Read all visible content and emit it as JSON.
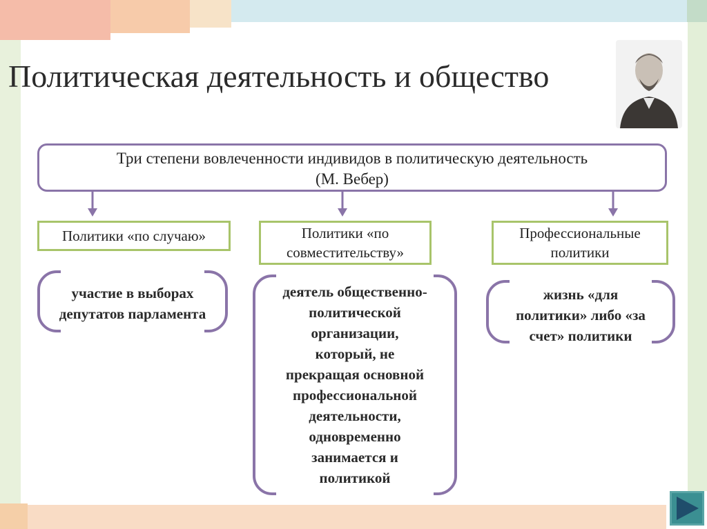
{
  "slide": {
    "title": "Политическая деятельность и общество",
    "main_box": {
      "line1": "Три степени вовлеченности индивидов в политическую деятельность",
      "line2": "(М. Вебер)"
    },
    "categories": [
      {
        "label": "Политики «по случаю»"
      },
      {
        "label_line1": "Политики «по",
        "label_line2": "совместительству»"
      },
      {
        "label_line1": "Профессиональные",
        "label_line2": "политики"
      }
    ],
    "descriptions": [
      {
        "lines": [
          "участие в выборах",
          "депутатов парламента"
        ]
      },
      {
        "lines": [
          "деятель общественно-",
          "политической",
          "организации,",
          "который, не",
          "прекращая основной",
          "профессиональной",
          "деятельности,",
          "одновременно",
          "занимается и",
          "политикой"
        ]
      },
      {
        "lines": [
          "жизнь «для",
          "политики» либо «за",
          "счет» политики"
        ]
      }
    ]
  },
  "colors": {
    "accent_purple": "#8a74a8",
    "box_green": "#a8c46a",
    "band_orange": "#f2b48c",
    "band_blue": "#cfe7ee",
    "band_green": "#e6f0d2",
    "nav_teal": "#3b8f92"
  },
  "icons": {
    "nav": "play-arrow-icon"
  }
}
